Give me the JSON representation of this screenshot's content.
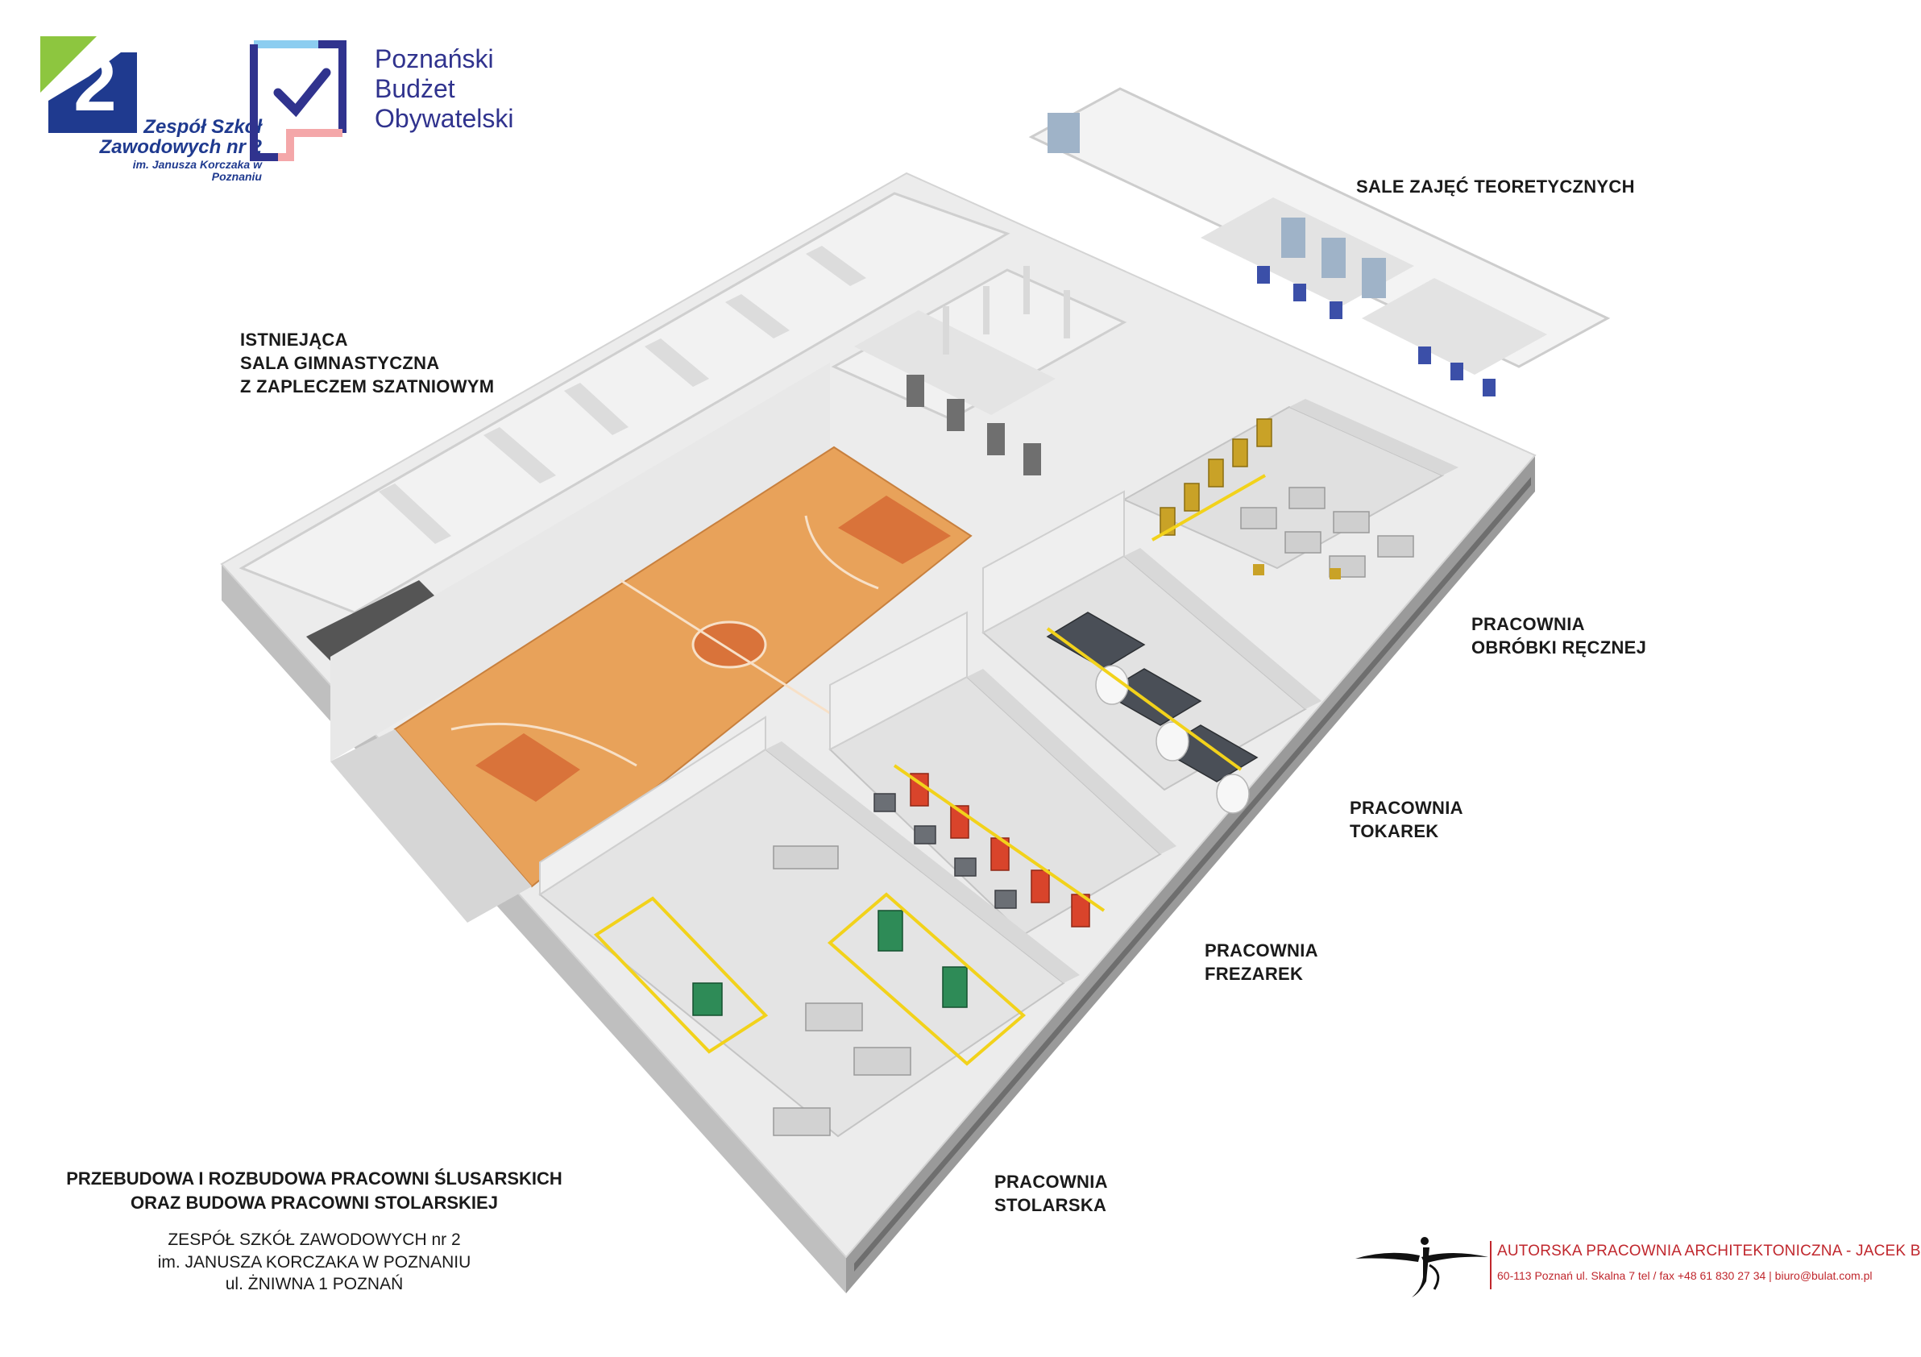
{
  "logos": {
    "school": {
      "number": "2",
      "line1": "Zespół Szkół",
      "line2": "Zawodowych nr 2",
      "line3": "im. Janusza Korczaka w Poznaniu"
    },
    "budget": {
      "line1": "Poznański",
      "line2": "Budżet",
      "line3": "Obywatelski"
    }
  },
  "labels": {
    "theory": "SALE ZAJĘĆ TEORETYCZNYCH",
    "gym": [
      "ISTNIEJĄCA",
      "SALA GIMNASTYCZNA",
      "Z ZAPLECZEM SZATNIOWYM"
    ],
    "manual": [
      "PRACOWNIA",
      "OBRÓBKI RĘCZNEJ"
    ],
    "lathes": [
      "PRACOWNIA",
      "TOKAREK"
    ],
    "milling": [
      "PRACOWNIA",
      "FREZAREK"
    ],
    "carpentry": [
      "PRACOWNIA",
      "STOLARSKA"
    ]
  },
  "project": {
    "title": [
      "PRZEBUDOWA I ROZBUDOWA PRACOWNI ŚLUSARSKICH",
      "ORAZ BUDOWA PRACOWNI STOLARSKIEJ"
    ],
    "school": [
      "ZESPÓŁ SZKÓŁ ZAWODOWYCH nr 2",
      "im. JANUSZA KORCZAKA W POZNANIU",
      "ul. ŻNIWNA 1 POZNAŃ"
    ]
  },
  "architect": {
    "name": "AUTORSKA PRACOWNIA ARCHITEKTONICZNA - JACEK BUŁAT",
    "contact": "60-113  Poznań  ul. Skalna 7      tel / fax +48 61 830 27 34 | biuro@bulat.com.pl"
  },
  "colors": {
    "navy": "#1f3a8f",
    "green": "#8dc63f",
    "purple": "#30338e",
    "wall": "#f4f4f4",
    "wall_side": "#c8c8c8",
    "floor": "#e6e6e6",
    "court": "#e8a25a",
    "court_key": "#d9733a",
    "machine_red": "#d9442b",
    "machine_green": "#2e8b57",
    "machine_gold": "#c9a227",
    "safety_line": "#f2d21b",
    "architect_red": "#c0272d"
  }
}
